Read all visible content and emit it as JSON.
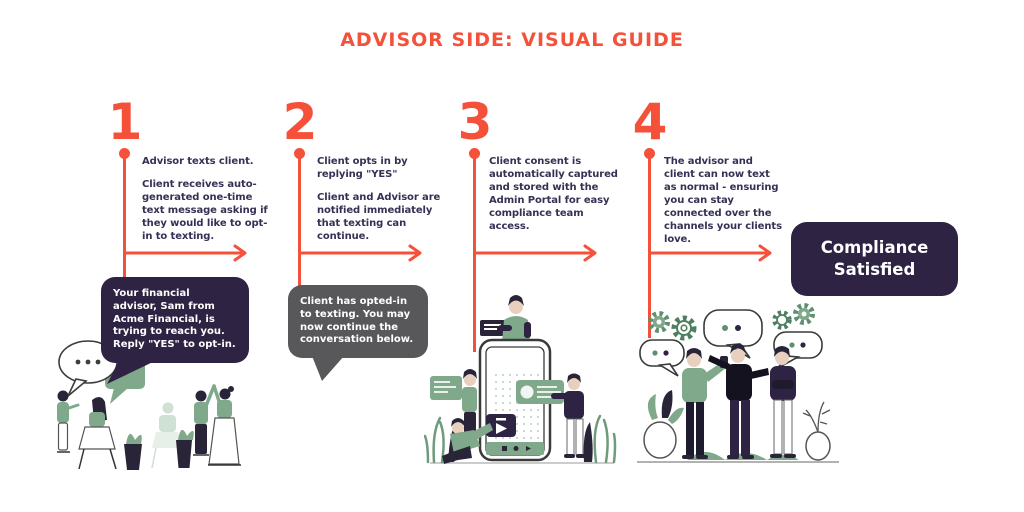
{
  "title": "ADVISOR SIDE: VISUAL GUIDE",
  "colors": {
    "accent": "#F4503A",
    "navy": "#2E2343",
    "green": "#7FA98A",
    "gray_bubble": "#58585A",
    "body_text": "#363154"
  },
  "steps": [
    {
      "number": "1",
      "para1": "Advisor texts client.",
      "para2": "Client receives auto-generated one-time text message asking if they would like to opt-in to texting.",
      "bubble": "Your financial advisor, Sam from Acme Financial, is trying to reach you. Reply \"YES\" to opt-in."
    },
    {
      "number": "2",
      "para1": "Client opts in by replying \"YES\"",
      "para2": "Client and Advisor are notified immediately that texting can continue.",
      "bubble": "Client has opted-in to texting. You may now continue the conversation below."
    },
    {
      "number": "3",
      "para1": "Client consent is automatically captured and stored with the Admin Portal for easy compliance team access.",
      "para2": ""
    },
    {
      "number": "4",
      "para1": "The advisor and client can now text as normal - ensuring you can stay connected over the channels your clients love.",
      "para2": ""
    }
  ],
  "badge": {
    "label": "Compliance Satisfied"
  }
}
